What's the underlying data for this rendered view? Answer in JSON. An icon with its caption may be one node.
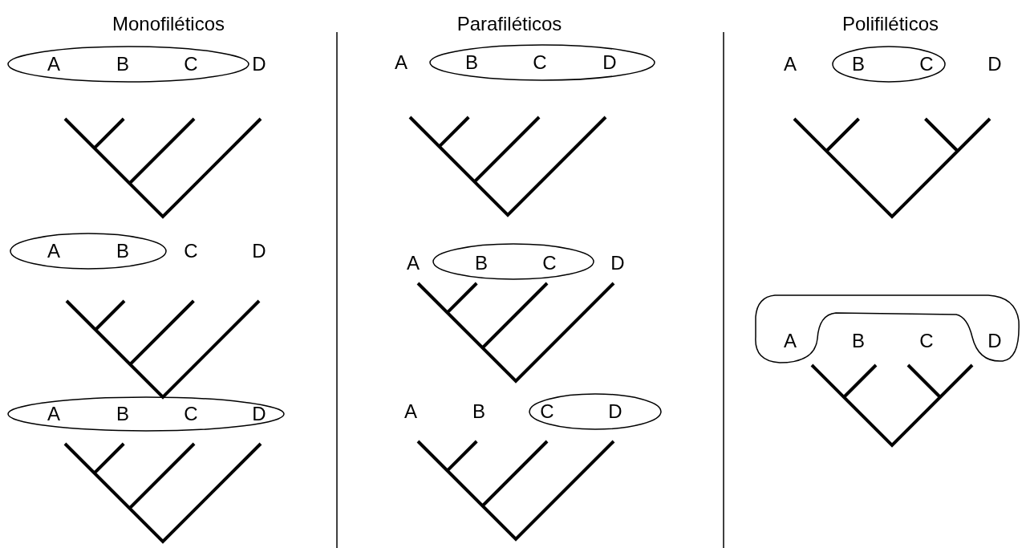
{
  "diagram": {
    "labels": [
      "Monofiléticos",
      "Parafiléticos",
      "Polifiléticos",
      "A",
      "B",
      "C",
      "D",
      "A",
      "B",
      "C",
      "D",
      "A",
      "B",
      "C",
      "D",
      "A",
      "B",
      "C",
      "D",
      "A",
      "B",
      "C",
      "D",
      "A",
      "B",
      "C",
      "D",
      "A",
      "B",
      "C",
      "D",
      "A",
      "B",
      "C",
      "D"
    ]
  }
}
